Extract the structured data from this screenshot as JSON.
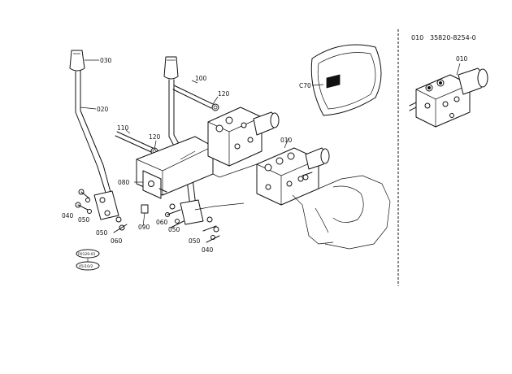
{
  "inset": {
    "ref": "010",
    "part_number": "35820-8254-0",
    "callout": "010"
  },
  "labels": {
    "l030": "030",
    "l020": "020",
    "l100": "100",
    "l120a": "120",
    "l070": "C70",
    "l110": "110",
    "l120b": "120",
    "l010": "010",
    "l080": "080",
    "l040a": "040",
    "l050a": "050",
    "l050b": "050",
    "l060a": "060",
    "l090": "090",
    "l060b": "060",
    "l050c": "050",
    "l050d": "050",
    "l040b": "040"
  },
  "stamps": {
    "top": "P0129-01",
    "bottom": "45/10/2"
  }
}
